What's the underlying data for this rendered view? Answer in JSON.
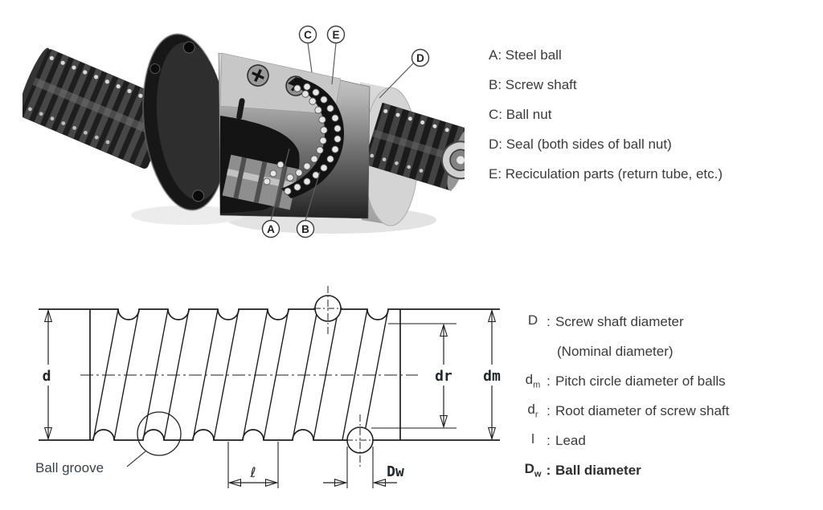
{
  "colors": {
    "background": "#ffffff",
    "ink": "#3a3a3a",
    "drawing_line": "#1f1f1f"
  },
  "photo": {
    "description": "ball screw assembly photograph",
    "callouts": [
      {
        "letter": "C"
      },
      {
        "letter": "E"
      },
      {
        "letter": "D"
      },
      {
        "letter": "A"
      },
      {
        "letter": "B"
      }
    ]
  },
  "parts_legend": {
    "items": [
      {
        "text": "A: Steel ball"
      },
      {
        "text": "B: Screw shaft"
      },
      {
        "text": "C: Ball nut"
      },
      {
        "text": "D: Seal (both sides of ball nut)"
      },
      {
        "text": "E: Reciculation parts (return tube, etc.)"
      }
    ]
  },
  "diagram": {
    "labels": {
      "d": "d",
      "dr": "dr",
      "dm": "dm",
      "lead": "ℓ",
      "dw": "Dw",
      "ball_groove": "Ball groove"
    }
  },
  "dim_legend": {
    "colon": ":",
    "rows": [
      {
        "sym": "D",
        "sub": "",
        "desc": "Screw shaft diameter",
        "desc2": "(Nominal diameter)"
      },
      {
        "sym": "d",
        "sub": "m",
        "desc": "Pitch circle diameter of balls"
      },
      {
        "sym": "d",
        "sub": "r",
        "desc": "Root diameter of screw shaft"
      },
      {
        "sym": "l",
        "sub": "",
        "desc": "Lead"
      },
      {
        "sym": "D",
        "sub": "w",
        "desc": "Ball diameter"
      }
    ]
  }
}
